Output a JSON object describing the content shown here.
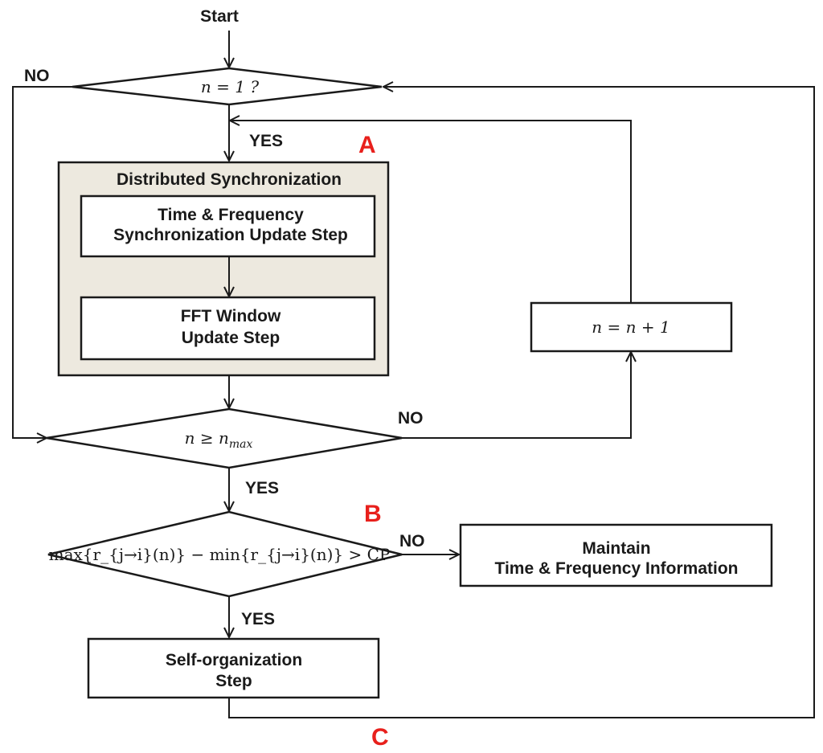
{
  "start": "Start",
  "decision1": {
    "text": "n = 1 ?",
    "no": "NO",
    "yes": "YES"
  },
  "marker_a": "A",
  "marker_b": "B",
  "marker_c": "C",
  "sync_group": {
    "title": "Distributed Synchronization",
    "step1": [
      "Time & Frequency",
      "Synchronization Update Step"
    ],
    "step2": [
      "FFT Window",
      "Update Step"
    ]
  },
  "increment": "n = n + 1",
  "decision2": {
    "text": "n ≥ n",
    "sub": "max",
    "no": "NO",
    "yes": "YES"
  },
  "decision3": {
    "text": "max{r_{j→i}(n)} − min{r_{j→i}(n)} > CP",
    "no": "NO",
    "yes": "YES"
  },
  "maintain": [
    "Maintain",
    "Time & Frequency Information"
  ],
  "self_org": [
    "Self-organization",
    "Step"
  ],
  "colors": {
    "group_fill": "#ede9df",
    "marker": "#e8201c",
    "line": "#1a1a1a"
  }
}
